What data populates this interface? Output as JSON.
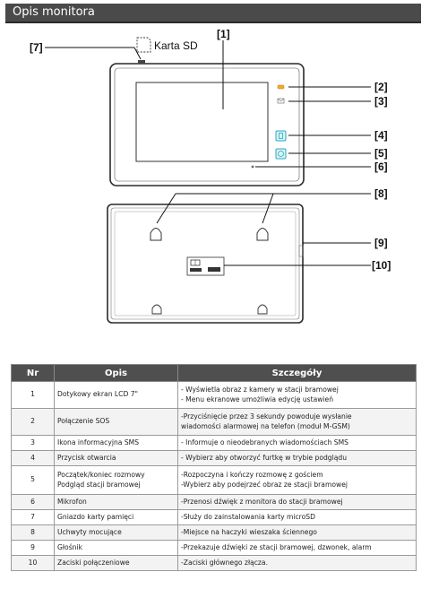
{
  "header": {
    "title": "Opis monitora"
  },
  "diagram": {
    "labels": {
      "l1": "[1]",
      "l2": "[2]",
      "l3": "[3]",
      "l4": "[4]",
      "l5": "[5]",
      "l6": "[6]",
      "l7": "[7]",
      "l8": "[8]",
      "l9": "[9]",
      "l10": "[10]"
    },
    "sd_card_label": "Karta SD"
  },
  "table": {
    "columns": [
      "Nr",
      "Opis",
      "Szczegóły"
    ],
    "rows": [
      {
        "nr": "1",
        "opis": "Dotykowy ekran LCD 7\"",
        "szczegoly": "- Wyświetla obraz z kamery w stacji bramowej\n- Menu ekranowe umożliwia edycję ustawień"
      },
      {
        "nr": "2",
        "opis": "Połączenie SOS",
        "szczegoly": "-Przyciśnięcie przez 3 sekundy powoduje wysłanie\nwiadomości alarmowej na telefon (moduł M-GSM)"
      },
      {
        "nr": "3",
        "opis": "Ikona informacyjna SMS",
        "szczegoly": "- Informuje o nieodebranych wiadomościach SMS"
      },
      {
        "nr": "4",
        "opis": "Przycisk otwarcia",
        "szczegoly": "- Wybierz aby otworzyć furtkę w trybie podglądu"
      },
      {
        "nr": "5",
        "opis": "Początek/koniec rozmowy\nPodgląd stacji bramowej",
        "szczegoly": "-Rozpoczyna i kończy rozmowę z gościem\n-Wybierz aby podejrzeć obraz ze stacji bramowej"
      },
      {
        "nr": "6",
        "opis": "Mikrofon",
        "szczegoly": "-Przenosi dźwięk z monitora do stacji bramowej"
      },
      {
        "nr": "7",
        "opis": "Gniazdo karty pamięci",
        "szczegoly": "-Służy do zainstalowania karty microSD"
      },
      {
        "nr": "8",
        "opis": "Uchwyty mocujące",
        "szczegoly": "-Miejsce na haczyki wieszaka ściennego"
      },
      {
        "nr": "9",
        "opis": "Głośnik",
        "szczegoly": "-Przekazuje dźwięki ze stacji bramowej, dzwonek, alarm"
      },
      {
        "nr": "10",
        "opis": "Zaciski połączeniowe",
        "szczegoly": "-Zaciski głównego złącza."
      }
    ]
  }
}
